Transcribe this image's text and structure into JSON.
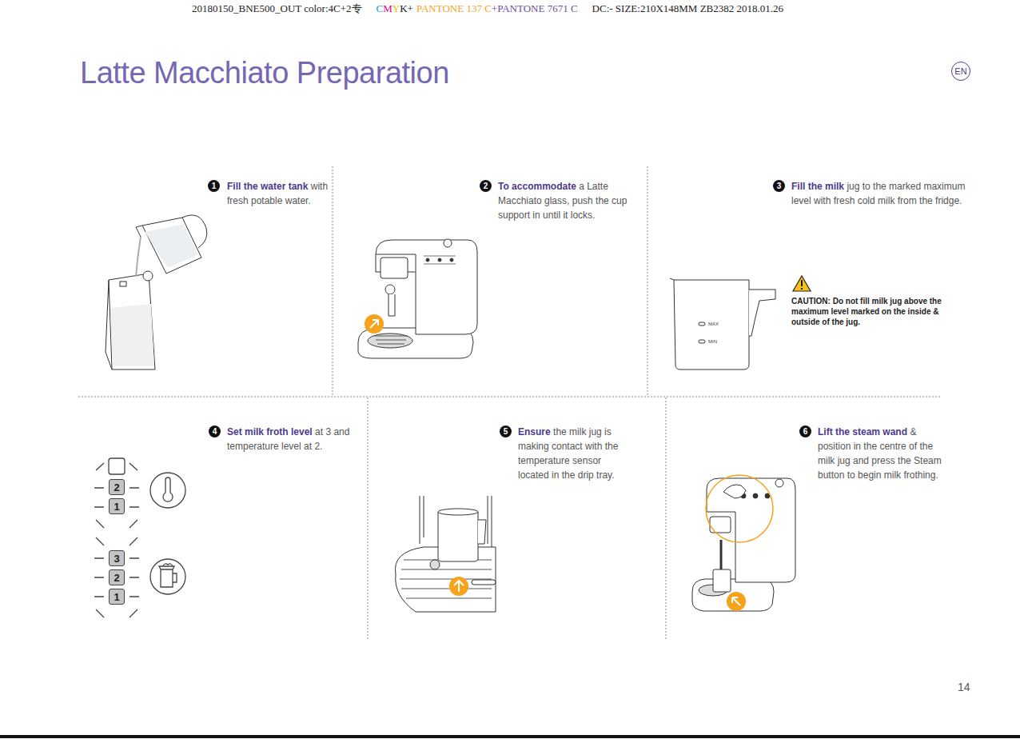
{
  "diagram": {
    "title": "Latte Macchiato Preparation",
    "nodes": [
      {
        "text": [
          "EN"
        ]
      }
    ],
    "labels": [
      "20180150_BNE500_OUT color:4C+2专",
      "C",
      "M",
      "Y",
      "K+",
      "PANTONE 137 C",
      "+PANTONE 7671 C",
      "DC:- SIZE:210X148MM ZB2382 2018.01.26",
      "1",
      "Fill the water tank",
      "with fresh potable water.",
      "2",
      "To accommodate",
      "a Latte Macchiato glass, push the cup support in until it locks.",
      "3",
      "Fill the milk",
      "jug to the marked maximum level with fresh cold milk from the fridge.",
      "CAUTION: Do not fill milk jug above the maximum level marked on the inside & outside of the jug.",
      "MAX",
      "MIN",
      "4",
      "Set milk froth level",
      "at 3 and temperature level at 2.",
      "2",
      "1",
      "3",
      "2",
      "1",
      "5",
      "Ensure",
      "the milk jug is making contact with the temperature sensor located in the drip tray.",
      "6",
      "Lift the steam wand",
      "& position in the centre of the milk jug and press the Steam button to begin milk frothing.",
      "14"
    ]
  }
}
